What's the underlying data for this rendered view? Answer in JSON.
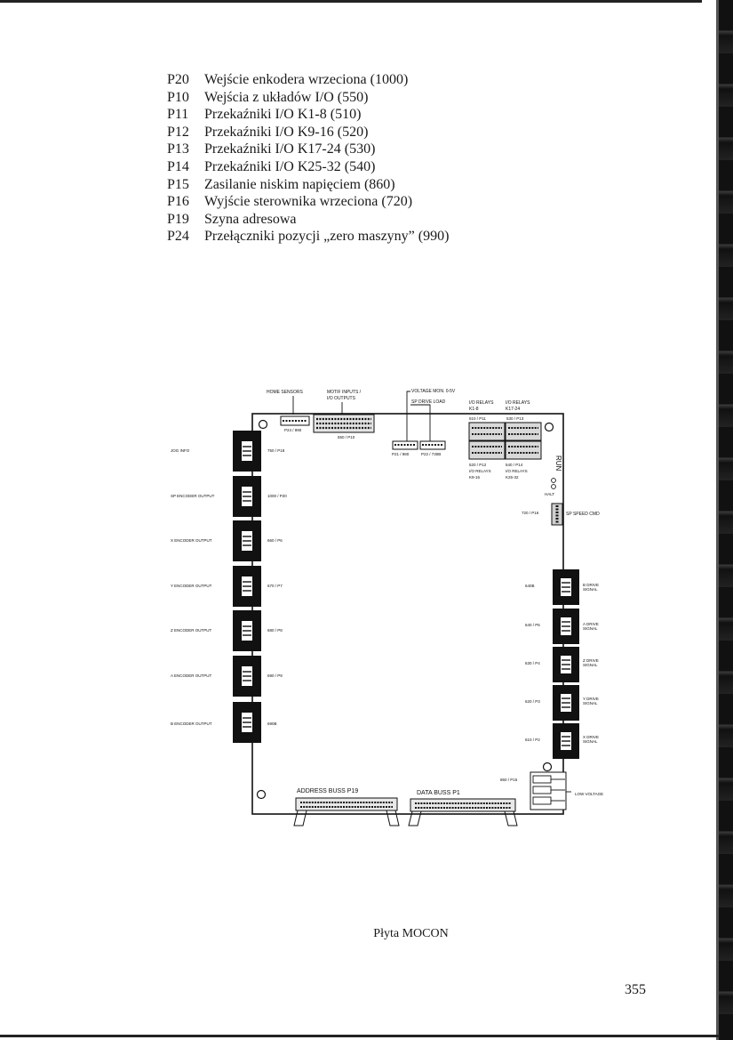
{
  "connector_list": [
    {
      "code": "P20",
      "desc": "Wejście enkodera wrzeciona (1000)"
    },
    {
      "code": "P10",
      "desc": "Wejścia z układów I/O (550)"
    },
    {
      "code": "P11",
      "desc": "Przekaźniki I/O K1-8 (510)"
    },
    {
      "code": "P12",
      "desc": "Przekaźniki I/O K9-16 (520)"
    },
    {
      "code": "P13",
      "desc": "Przekaźniki I/O K17-24 (530)"
    },
    {
      "code": "P14",
      "desc": "Przekaźniki I/O K25-32 (540)"
    },
    {
      "code": "P15",
      "desc": "Zasilanie niskim napięciem (860)"
    },
    {
      "code": "P16",
      "desc": "Wyjście sterownika wrzeciona (720)"
    },
    {
      "code": "P19",
      "desc": "Szyna adresowa"
    },
    {
      "code": "P24",
      "desc": "Przełączniki pozycji „zero maszyny” (990)"
    }
  ],
  "diagram": {
    "top_labels": {
      "home_sensors": "HOME SENSORS",
      "motif_1": "MOTIF INPUTS /",
      "motif_2": "I/O OUTPUTS",
      "voltage_mon": "VOLTAGE MON. 0-5V",
      "sp_drive_load": "SP DRIVE LOAD",
      "io_relays_k1_1": "I/O RELAYS",
      "io_relays_k1_2": "K1-8",
      "io_relays_k17_1": "I/O RELAYS",
      "io_relays_k17_2": "K17-24"
    },
    "top_connectors": {
      "p24": "P24 / 990",
      "p10": "550 / P10",
      "p21": "P21 / 980",
      "p22": "P22 / 730B",
      "p11": "510 / P11",
      "p13": "530 / P13",
      "p12": "520 / P12",
      "p14": "540 / P14",
      "io_relays_k9_1": "I/O RELAYS",
      "io_relays_k9_2": "K9-16",
      "io_relays_k25_1": "I/O RELAYS",
      "io_relays_k25_2": "K25-32"
    },
    "left_rows": [
      {
        "label": "JOG INFO",
        "code": "750 / P18"
      },
      {
        "label": "SP ENCODER OUTPUT",
        "code": "1000 / P20"
      },
      {
        "label": "X ENCODER OUTPUT",
        "code": "660 / P6"
      },
      {
        "label": "Y ENCODER OUTPUT",
        "code": "670 / P7"
      },
      {
        "label": "Z ENCODER OUTPUT",
        "code": "680 / P8"
      },
      {
        "label": "A ENCODER OUTPUT",
        "code": "690 / P9"
      },
      {
        "label": "B ENCODER OUTPUT",
        "code": "690B"
      }
    ],
    "right_rows": [
      {
        "code": "640B",
        "label1": "B DRIVE",
        "label2": "SIGNAL"
      },
      {
        "code": "640 / P5",
        "label1": "A DRIVE",
        "label2": "SIGNAL"
      },
      {
        "code": "630 / P4",
        "label1": "Z DRIVE",
        "label2": "SIGNAL"
      },
      {
        "code": "620 / P3",
        "label1": "Y DRIVE",
        "label2": "SIGNAL"
      },
      {
        "code": "610 / P2",
        "label1": "X DRIVE",
        "label2": "SIGNAL"
      }
    ],
    "misc": {
      "halt": "HALT",
      "run_letters": "RUN",
      "p16": "720 / P16",
      "sp_speed_cmd": "SP SPEED CMD",
      "p15": "860 / P15",
      "low_voltage": "LOW VOLTAGE",
      "address_buss": "ADDRESS BUSS   P19",
      "data_buss": "DATA BUSS   P1"
    }
  },
  "caption": "Płyta MOCON",
  "page_number": "355"
}
